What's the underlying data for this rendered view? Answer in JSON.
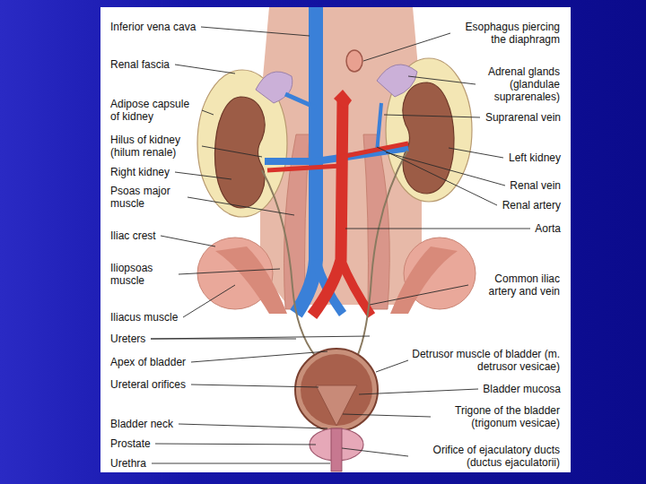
{
  "diagram": {
    "labels": [
      "Inferior vena cava",
      "Esophagus piercing the diaphragm",
      "Renal fascia",
      "Adrenal glands (glandulae suprarenales)",
      "Adipose capsule of kidney",
      "Suprarenal vein",
      "Hilus of kidney (hilum renale)",
      "Left kidney",
      "Right kidney",
      "Renal vein",
      "Psoas major muscle",
      "Renal artery",
      "Aorta",
      "Iliac crest",
      "Iliopsoas muscle",
      "Common iliac artery and vein",
      "Iliacus muscle",
      "Ureters",
      "Detrusor muscle of bladder (m. detrusor vesicae)",
      "Apex of bladder",
      "Ureteral orifices",
      "Bladder mucosa",
      "Trigone of the bladder (trigonum vesicae)",
      "Bladder neck",
      "Prostate",
      "Orifice of ejaculatory ducts (ductus ejaculatorii)",
      "Urethra"
    ]
  }
}
